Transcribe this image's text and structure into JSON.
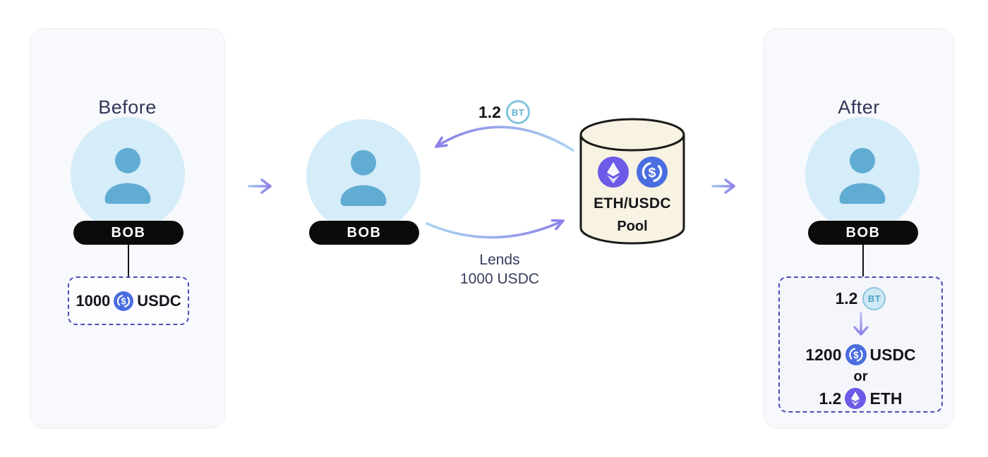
{
  "diagram": {
    "before": {
      "title": "Before",
      "actor": "BOB",
      "holding_amount": "1000",
      "holding_token": "USDC"
    },
    "middle": {
      "actor": "BOB",
      "receive_amount": "1.2",
      "receive_token": "BT",
      "lend_line1": "Lends",
      "lend_line2": "1000 USDC",
      "pool_line1": "ETH/USDC",
      "pool_line2": "Pool"
    },
    "after": {
      "title": "After",
      "actor": "BOB",
      "bt_amount": "1.2",
      "bt_token": "BT",
      "usdc_amount": "1200",
      "usdc_token": "USDC",
      "or_label": "or",
      "eth_amount": "1.2",
      "eth_token": "ETH"
    }
  },
  "icons": {
    "usdc_symbol": "$",
    "person_icon": "person-silhouette",
    "eth_icon": "ethereum-diamond",
    "pool_icon": "database-cylinder",
    "arrow_icon": "arrow-right"
  },
  "colors": {
    "page_bg": "#ffffff",
    "panel_bg": "#f7f9fc",
    "panel_border": "#eceef5",
    "title_navy": "#343757",
    "pill_black": "#0b0b0b",
    "avatar_bg": "#d5ecf9",
    "avatar_person": "#61acd3",
    "dashed_border": "#4d4dbb",
    "arrow_purple": "#8b82e8",
    "arrow_blue": "#abd5f2",
    "usdc_blue": "#4a6de0",
    "eth_purple": "#6d5ae6",
    "bt_blue": "#82c4dd",
    "pool_fill": "#f7f2e2",
    "pool_stroke": "#1a1a1a"
  }
}
